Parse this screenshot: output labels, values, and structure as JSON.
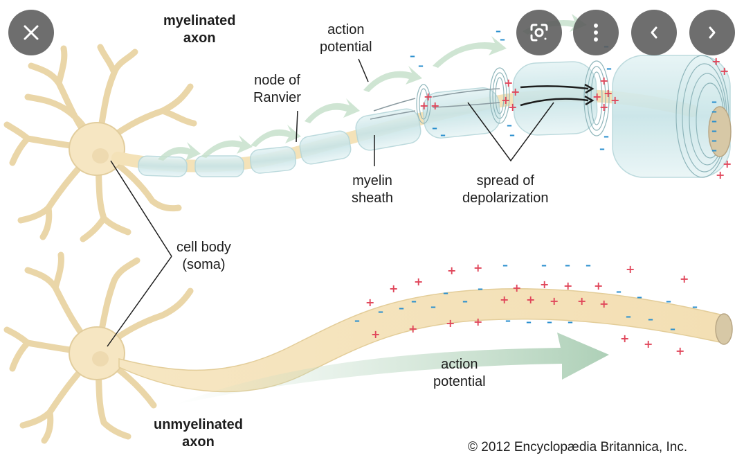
{
  "viewer": {
    "controls": {
      "close": "close-icon",
      "lens": "lens-icon",
      "more": "more-vert-icon",
      "prev": "chevron-left-icon",
      "next": "chevron-right-icon"
    }
  },
  "diagram": {
    "labels": {
      "myelinated_axon": [
        "myelinated",
        "axon"
      ],
      "action_potential_top": [
        "action",
        "potential"
      ],
      "node_of_ranvier": [
        "node of",
        "Ranvier"
      ],
      "myelin_sheath": [
        "myelin",
        "sheath"
      ],
      "spread_of_depolarization": [
        "spread of",
        "depolarization"
      ],
      "cell_body": [
        "cell body",
        "(soma)"
      ],
      "action_potential_bottom": [
        "action",
        "potential"
      ],
      "unmyelinated_axon": [
        "unmyelinated",
        "axon"
      ]
    },
    "copyright": "© 2012 Encyclopædia Britannica, Inc.",
    "charges": {
      "positive": "+",
      "negative": "–"
    },
    "colors": {
      "neuron": "#f6e6c2",
      "neuron_stroke": "#d9c08c",
      "myelin": "#d3ecee",
      "arrow": "#c3dec9",
      "positive": "#e0465a",
      "negative": "#2a8fce",
      "control_bg": "#5a5a5a"
    }
  }
}
